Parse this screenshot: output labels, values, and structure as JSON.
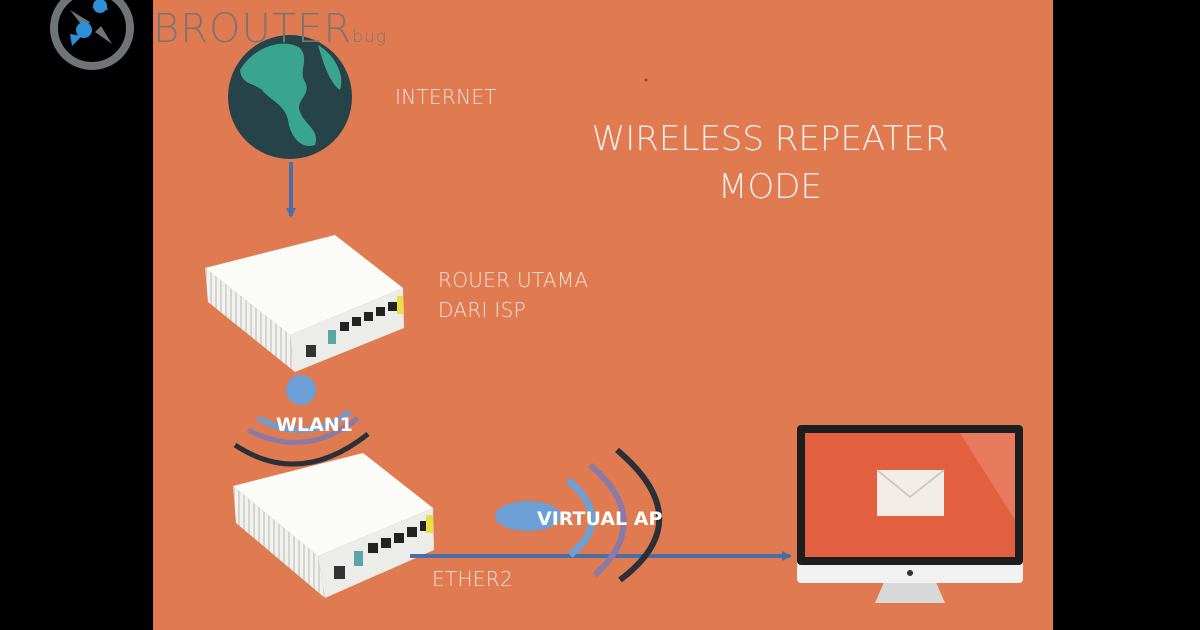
{
  "logo": {
    "text": "BROUTER",
    "suffix": "bug"
  },
  "title": {
    "line1": "WIRELESS REPEATER",
    "line2": "MODE"
  },
  "labels": {
    "internet": "INTERNET",
    "main_router_line1": "ROUER UTAMA",
    "main_router_line2": "DARI ISP",
    "wlan": "WLAN1",
    "virtual_ap": "VIRTUAL AP",
    "ether": "ETHER2"
  },
  "colors": {
    "background": "#e07a50",
    "frame": "#000000",
    "signal_blue": "#6c9fd6",
    "arc_purple": "#8a7aa8",
    "arc_dark": "#2b3038",
    "globe_ocean": "#26434a",
    "globe_land": "#3aa58e",
    "link_line": "#4a6fa8"
  }
}
